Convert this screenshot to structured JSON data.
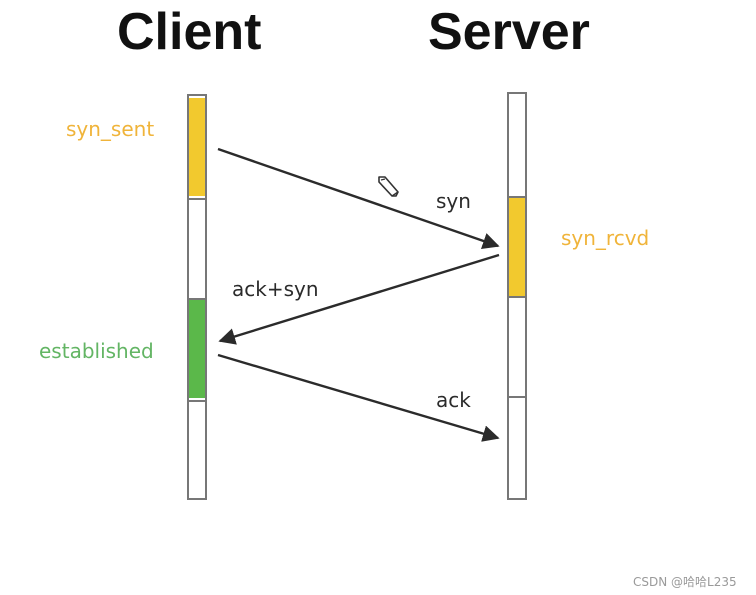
{
  "titles": {
    "client": "Client",
    "server": "Server"
  },
  "states": {
    "syn_sent": "syn_sent",
    "syn_rcvd": "syn_rcvd",
    "established": "established"
  },
  "messages": {
    "syn": "syn",
    "ack_syn": "ack+syn",
    "ack": "ack"
  },
  "colors": {
    "syn_sent": "#f0b43a",
    "syn_rcvd": "#f0b43a",
    "established": "#63b564",
    "segment_yellow": "#f2c92e",
    "segment_green": "#5bb84a",
    "arrow": "#2b2b2b"
  },
  "icons": {
    "cursor": "pencil-icon"
  },
  "watermark": "CSDN @哈哈L235"
}
